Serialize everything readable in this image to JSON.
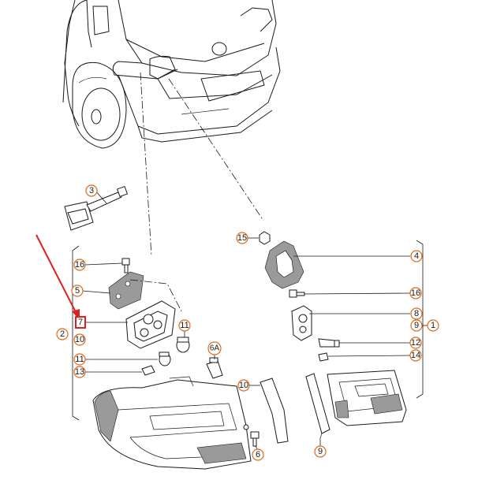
{
  "diagram": {
    "accent_color": "#e06a1a",
    "arrow_color": "#e02020",
    "callouts": {
      "c1": "1",
      "c2": "2",
      "c3": "3",
      "c4": "4",
      "c5": "5",
      "c6": "6",
      "c6a": "6A",
      "c7": "7",
      "c8": "8",
      "c9a": "9",
      "c9b": "9",
      "c10a": "10",
      "c10b": "10",
      "c11a": "11",
      "c11b": "11",
      "c12": "12",
      "c13": "13",
      "c14": "14",
      "c15": "15",
      "c16a": "16",
      "c16b": "16"
    }
  }
}
